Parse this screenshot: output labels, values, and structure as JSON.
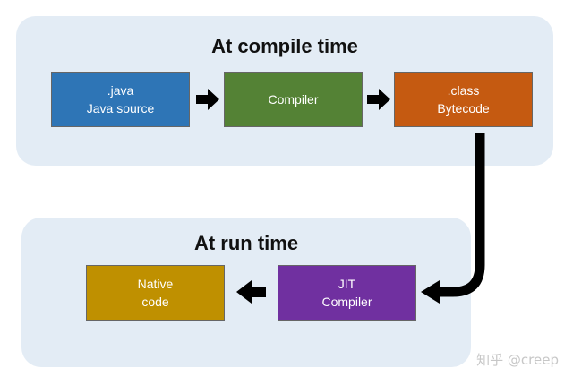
{
  "compile_panel": {
    "title": "At compile time",
    "java_box": {
      "line1": ".java",
      "line2": "Java source",
      "color": "#2e75b6"
    },
    "compiler_box": {
      "line1": "Compiler",
      "color": "#548235"
    },
    "class_box": {
      "line1": ".class",
      "line2": "Bytecode",
      "color": "#c55a11"
    }
  },
  "run_panel": {
    "title": "At run time",
    "jit_box": {
      "line1": "JIT",
      "line2": "Compiler",
      "color": "#7030a0"
    },
    "native_box": {
      "line1": "Native",
      "line2": "code",
      "color": "#bf9000"
    }
  },
  "colors": {
    "panel_background": "#e3ecf5",
    "arrow": "#000000"
  },
  "watermark": "知乎 @creep"
}
